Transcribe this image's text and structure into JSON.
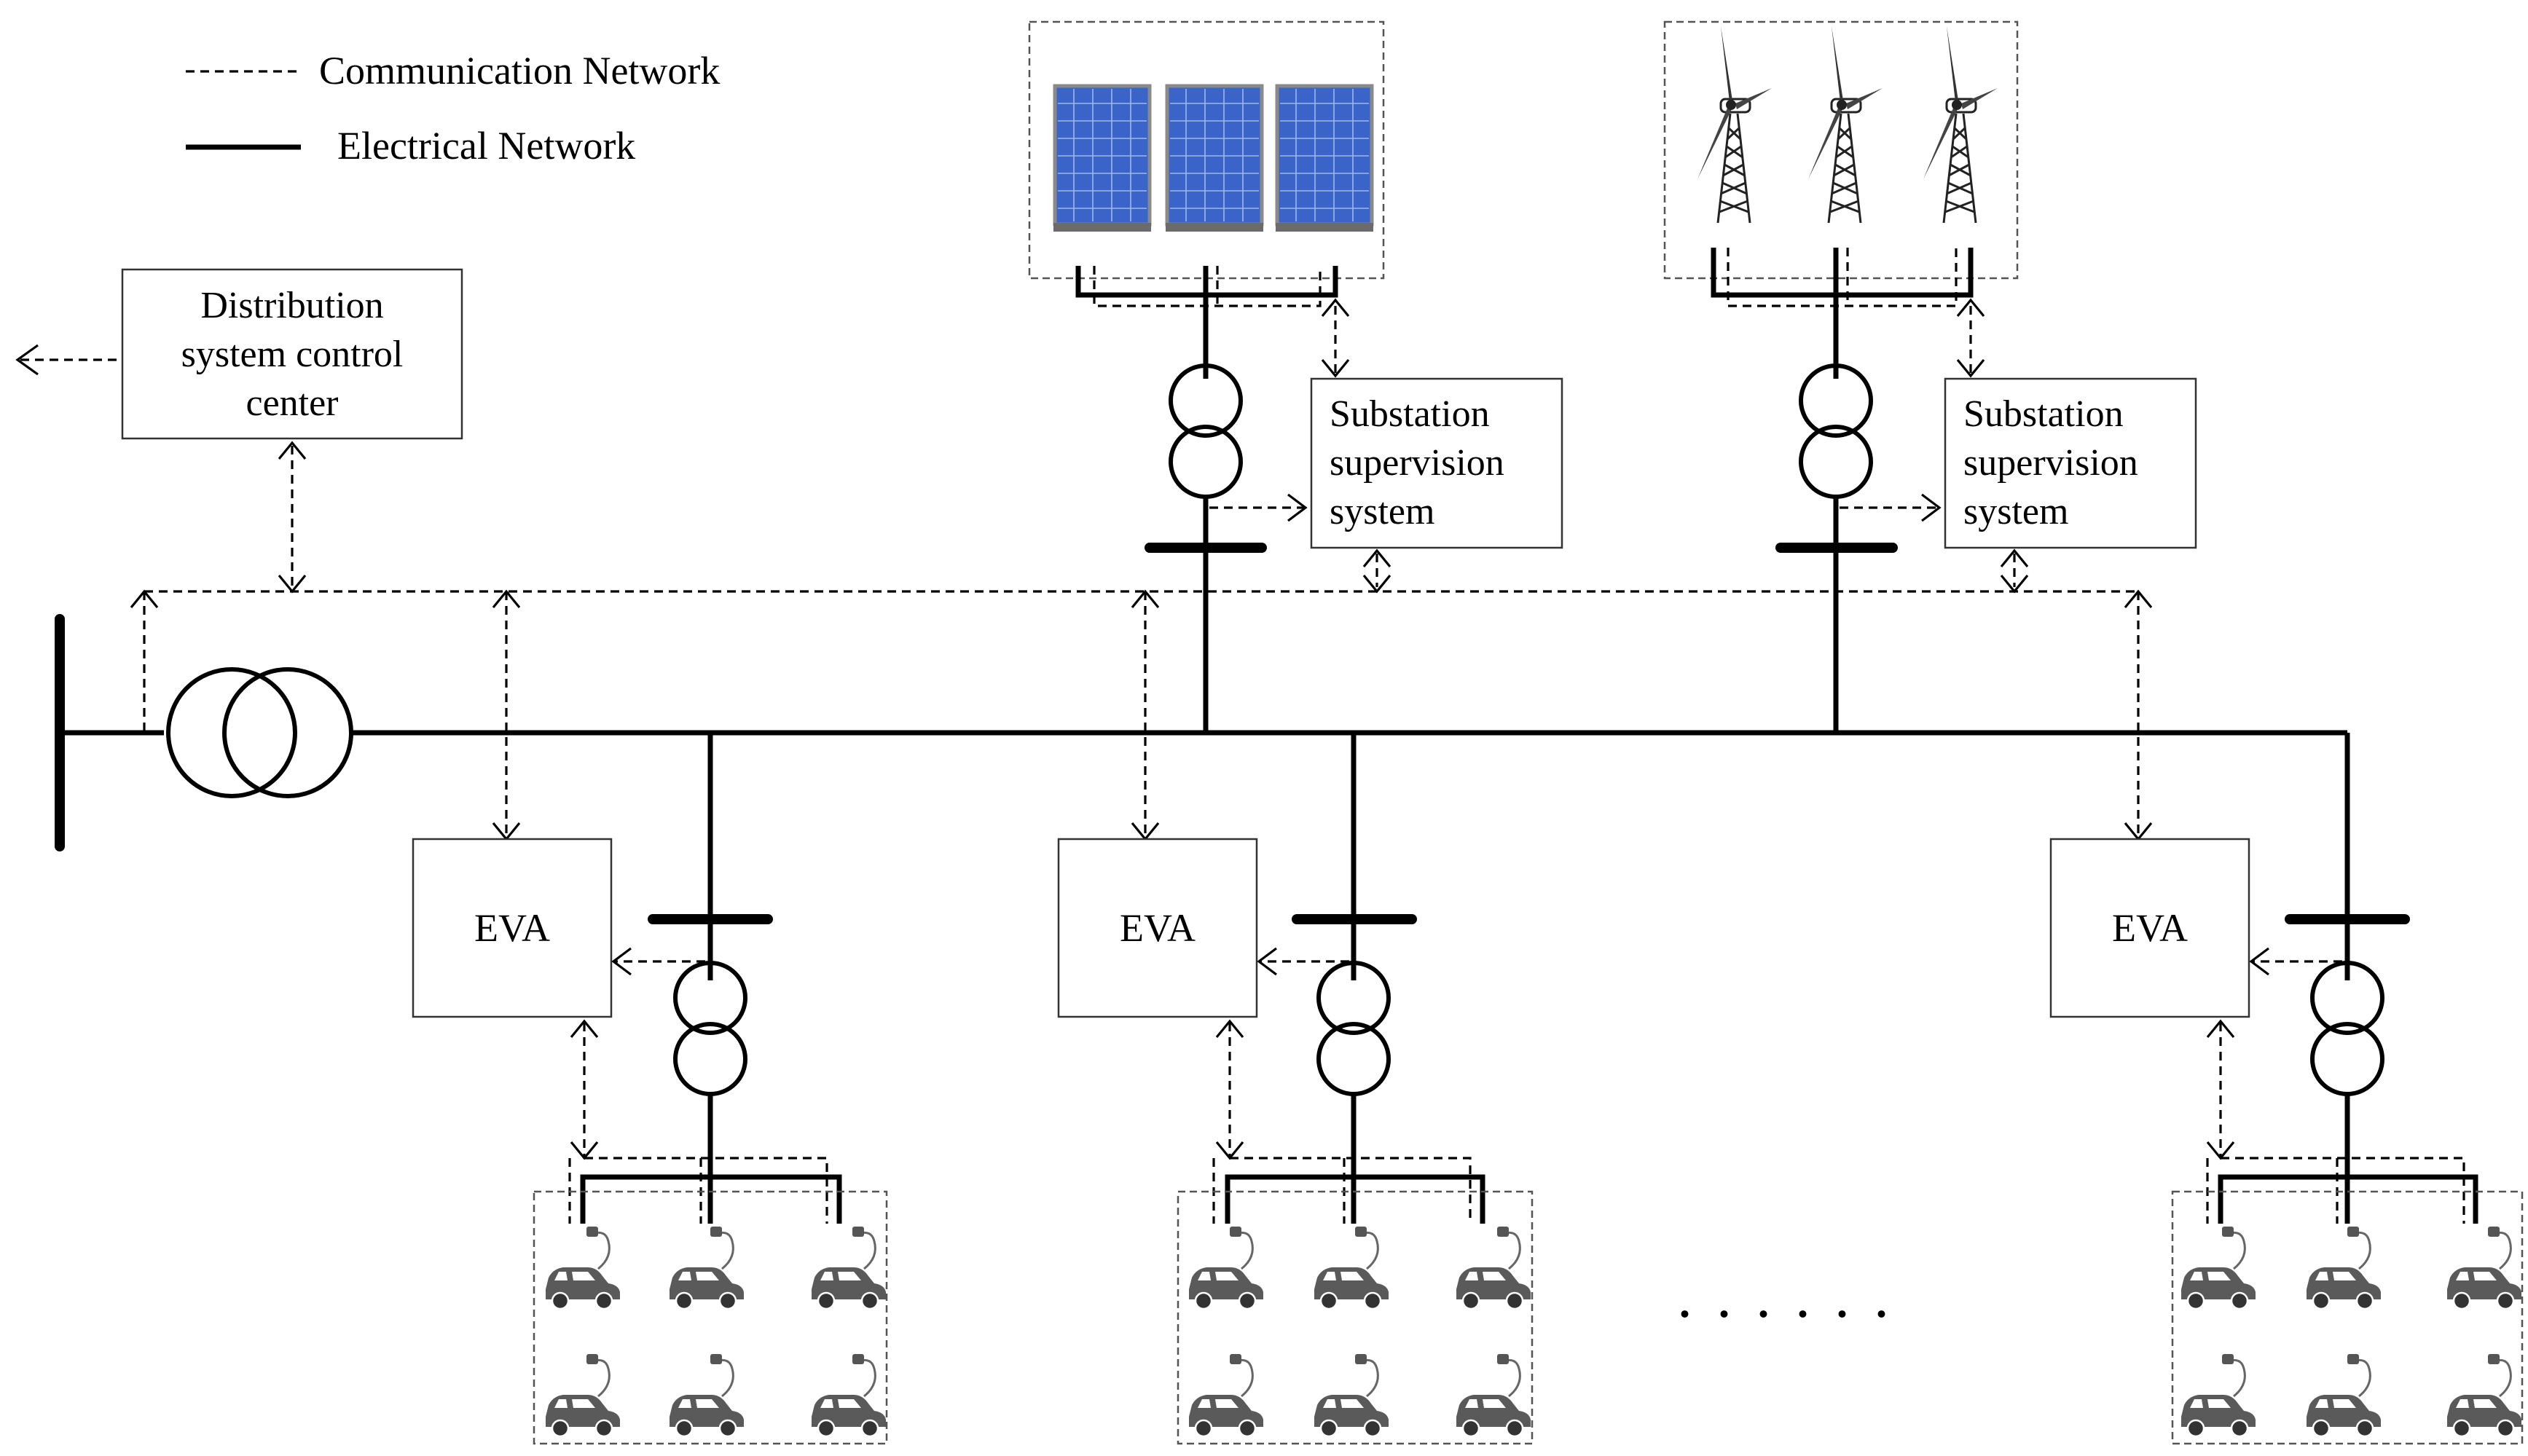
{
  "legend": {
    "communication": "Communication Network",
    "electrical": "Electrical Network"
  },
  "control_center": {
    "line1": "Distribution",
    "line2": "system control",
    "line3": "center"
  },
  "substation_pv": {
    "line1": "Substation",
    "line2": "supervision",
    "line3": "system"
  },
  "substation_wind": {
    "line1": "Substation",
    "line2": "supervision",
    "line3": "system"
  },
  "eva": [
    "EVA",
    "EVA",
    "EVA"
  ],
  "ellipsis": ". . . . . .",
  "colors": {
    "line": "#000000",
    "solar_panel": "#3a64c8",
    "solar_frame": "#8a8a8a",
    "car": "#555555"
  },
  "icons": {
    "solar": "solar-panel-icon",
    "wind": "wind-turbine-icon",
    "ev": "ev-charging-car-icon",
    "transformer": "transformer-icon"
  }
}
